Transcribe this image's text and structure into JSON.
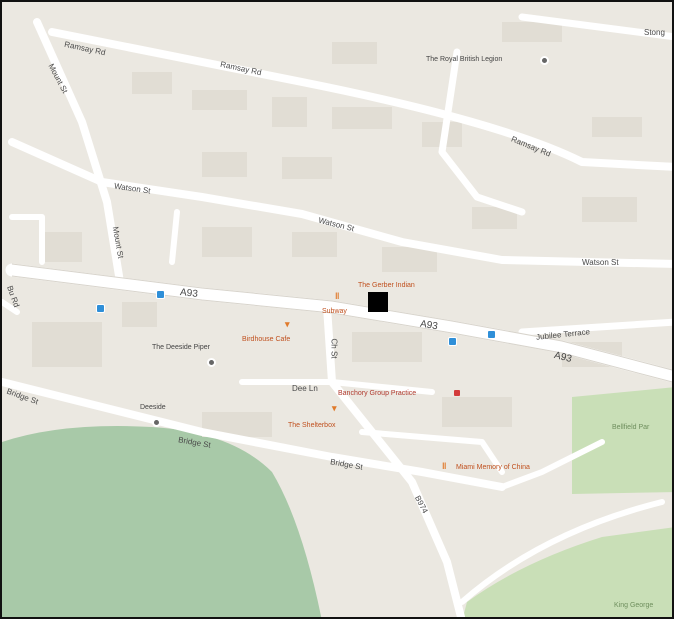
{
  "roads": {
    "ramsay_rd_1": "Ramsay Rd",
    "ramsay_rd_2": "Ramsay Rd",
    "ramsay_rd_3": "Ramsay Rd",
    "mount_st": "Mount St",
    "mount_st_2": "Mount St",
    "watson_st_1": "Watson St",
    "watson_st_2": "Watson St",
    "watson_st_3": "Watson St",
    "a93_1": "A93",
    "a93_2": "A93",
    "a93_3": "A93",
    "jubilee_terrace": "Jubilee Terrace",
    "church_st": "Ch St",
    "dee_ln": "Dee Ln",
    "bridge_st_1": "Bridge St",
    "bridge_st_2": "Bridge St",
    "bridge_st_3": "Bridge St",
    "b974": "B974",
    "burn_rd": "Bu Rd",
    "corner_label": "Stong"
  },
  "places": {
    "royal_british_legion": "The Royal British Legion",
    "the_gurkha_indian": "The Gerber Indian",
    "subway": "Subway",
    "birdhouse_cafe": "Birdhouse Cafe",
    "deeside_piper": "The Deeside Piper",
    "banchory_group_practice": "Banchory Group Practice",
    "deeside": "Deeside",
    "the_shelterbox": "The Shelterbox",
    "miami_memory": "Miami Memory of China",
    "bellfield_park": "Bellfield Par",
    "king_george": "King George"
  },
  "colors": {
    "land": "#ebe8e1",
    "road": "#ffffff",
    "park": "#c9dfb7",
    "water_green": "#a8c9a8",
    "bus_stop": "#2f8fd8",
    "food": "#e07a2b",
    "marker": "#000000"
  }
}
